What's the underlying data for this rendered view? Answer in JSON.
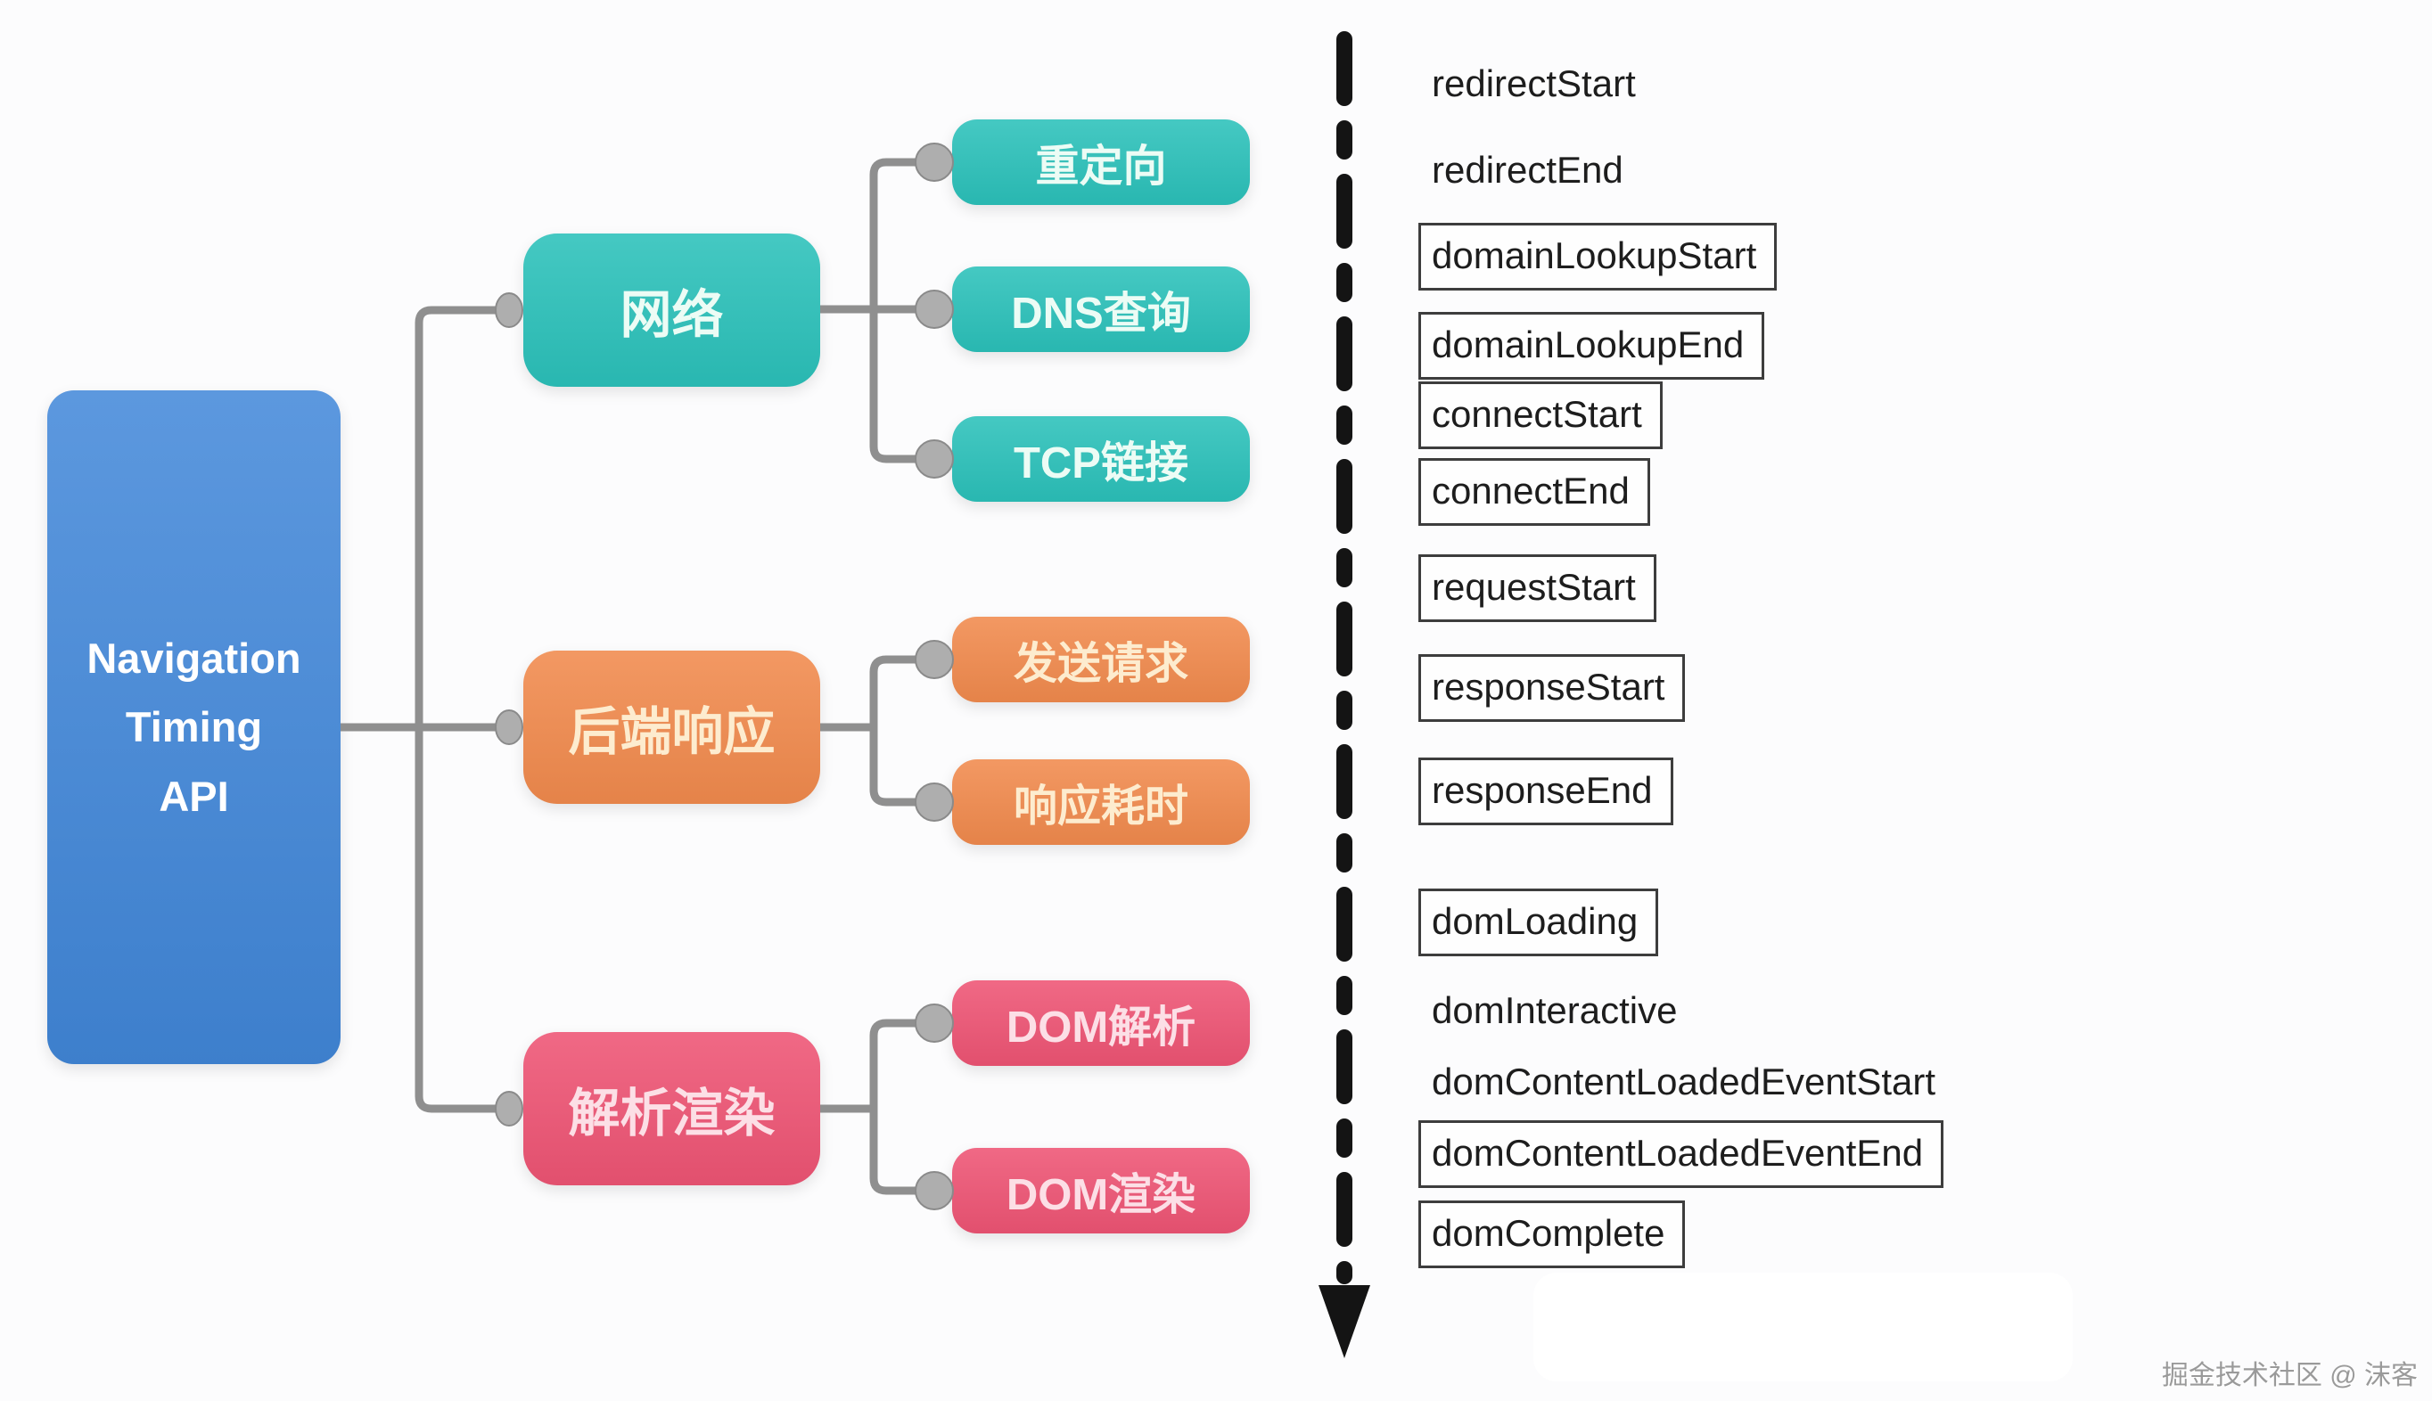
{
  "root": {
    "label": "Navigation Timing API",
    "lines": [
      "Navigation",
      "Timing",
      "API"
    ]
  },
  "branches": [
    {
      "label": "网络",
      "children": [
        {
          "label": "重定向"
        },
        {
          "label": "DNS查询"
        },
        {
          "label": "TCP链接"
        }
      ]
    },
    {
      "label": "后端响应",
      "children": [
        {
          "label": "发送请求"
        },
        {
          "label": "响应耗时"
        }
      ]
    },
    {
      "label": "解析渲染",
      "children": [
        {
          "label": "DOM解析"
        },
        {
          "label": "DOM渲染"
        }
      ]
    }
  ],
  "timeline_events": [
    {
      "label": "redirectStart",
      "boxed": false
    },
    {
      "label": "redirectEnd",
      "boxed": false
    },
    {
      "label": "domainLookupStart",
      "boxed": true
    },
    {
      "label": "domainLookupEnd",
      "boxed": true
    },
    {
      "label": "connectStart",
      "boxed": true
    },
    {
      "label": "connectEnd",
      "boxed": true
    },
    {
      "label": "requestStart",
      "boxed": true
    },
    {
      "label": "responseStart",
      "boxed": true
    },
    {
      "label": "responseEnd",
      "boxed": true
    },
    {
      "label": "domLoading",
      "boxed": true
    },
    {
      "label": "domInteractive",
      "boxed": false
    },
    {
      "label": "domContentLoadedEventStart",
      "boxed": false
    },
    {
      "label": "domContentLoadedEventEnd",
      "boxed": true
    },
    {
      "label": "domComplete",
      "boxed": true
    }
  ],
  "watermark": "掘金技术社区 @ 沫客",
  "colors": {
    "root": "#4187d9",
    "network": "#2bc1ba",
    "backend": "#f18a4d",
    "render": "#ee5474",
    "connector": "#8f8f8f",
    "arrow": "#141414",
    "event_text": "#1d1d1d",
    "event_border": "#3d3d3d"
  }
}
